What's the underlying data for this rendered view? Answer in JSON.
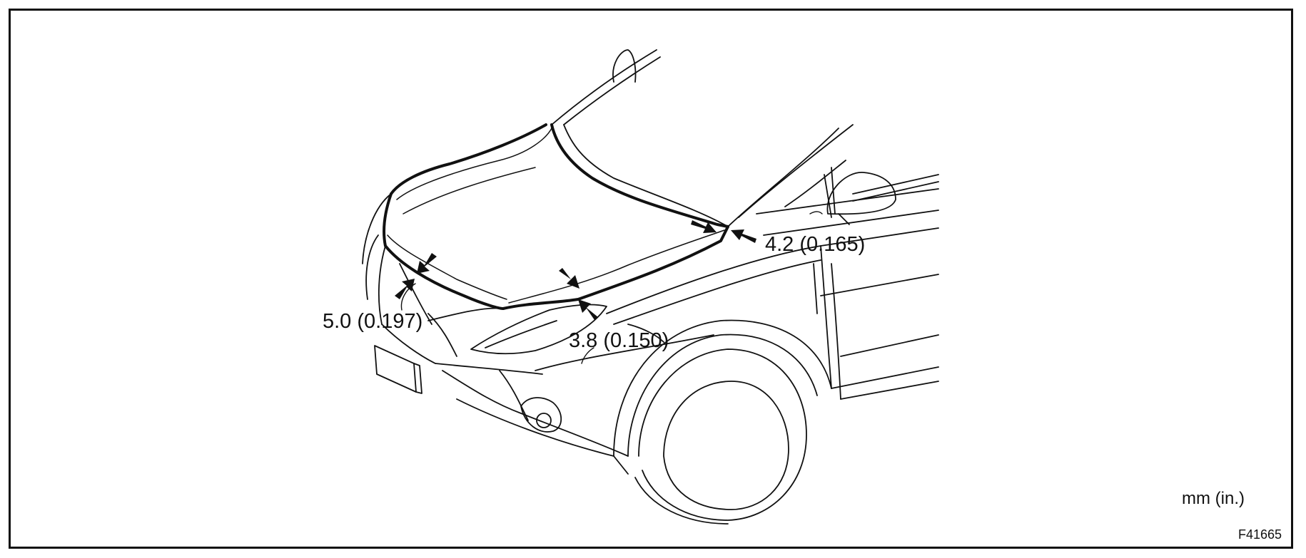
{
  "measurements": {
    "front_left": "5.0 (0.197)",
    "front_center": "3.8 (0.150)",
    "rear_corner": "4.2 (0.165)"
  },
  "units_label": "mm (in.)",
  "figure_id": "F41665"
}
